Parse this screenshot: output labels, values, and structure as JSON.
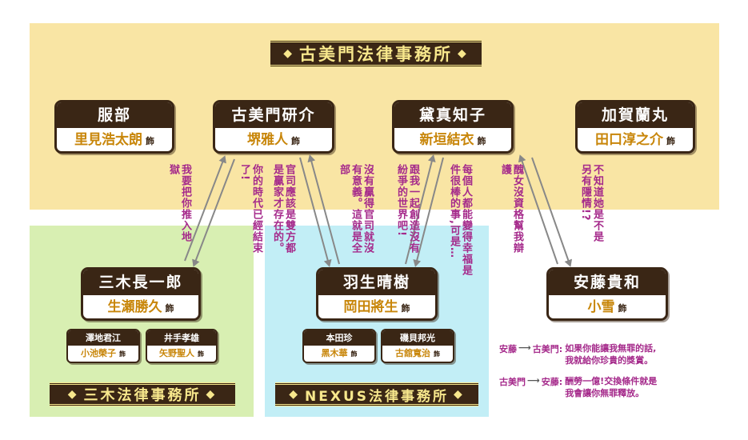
{
  "title": "古美門法律事務所",
  "firms": {
    "mikimoto": "三木法律事務所",
    "nexus": "NEXUS法律事務所"
  },
  "people": {
    "hattori": {
      "name": "服部",
      "actor": "里見浩太朗"
    },
    "komikado": {
      "name": "古美門研介",
      "actor": "堺雅人"
    },
    "mayuzumi": {
      "name": "黛真知子",
      "actor": "新垣結衣"
    },
    "kaga": {
      "name": "加賀蘭丸",
      "actor": "田口淳之介"
    },
    "miki": {
      "name": "三木長一郎",
      "actor": "生瀬勝久"
    },
    "habu": {
      "name": "羽生晴樹",
      "actor": "岡田將生"
    },
    "ando": {
      "name": "安藤貴和",
      "actor": "小雪"
    },
    "sawachi": {
      "name": "澤地君江",
      "actor": "小池榮子"
    },
    "ide": {
      "name": "井手孝雄",
      "actor": "矢野聖人"
    },
    "honda": {
      "name": "本田珍",
      "actor": "黑木華"
    },
    "isogai": {
      "name": "磯貝邦光",
      "actor": "古舘寬治"
    }
  },
  "suffix": "飾",
  "quotes": {
    "q1": "我要把你推入地獄",
    "q2": "你的時代已經結束了!",
    "q3": "官司應該是雙方都是贏家才存在的。",
    "q4": "沒有贏得官司就沒有意義。這就是全部",
    "q5": "跟我一起創造沒有紛爭的世界吧!",
    "q6": "每個人都能變得幸福是件很棒的事,可是…",
    "q7": "醜女沒資格幫我辯護",
    "q8": "不知道她是不是另有隱情!?"
  },
  "legend": [
    {
      "from": "安藤",
      "arrow": "⟶",
      "to": "古美門:",
      "line1": "如果你能讓我無罪的話,",
      "line2": "我就給你珍貴的獎賞。"
    },
    {
      "from": "古美門",
      "arrow": "⟶",
      "to": "安藤:",
      "line1": "酬勞一億!交換條件就是",
      "line2": "我會讓你無罪釋放。"
    }
  ],
  "colors": {
    "top_bg": "#f9e5a4",
    "mikimoto_bg": "#d8efb2",
    "nexus_bg": "#c2eef6",
    "dark": "#3a2615",
    "actor": "#c8860a",
    "quote": "#a52a8b"
  }
}
